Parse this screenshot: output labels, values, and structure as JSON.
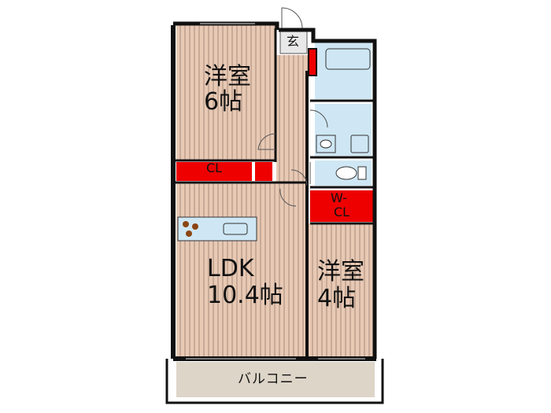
{
  "rooms": {
    "western1": {
      "name": "洋室",
      "size": "6帖"
    },
    "western2": {
      "name": "洋室",
      "size": "4帖"
    },
    "ldk": {
      "name": "LDK",
      "size": "10.4帖"
    },
    "entrance": {
      "label": "玄"
    },
    "closet": {
      "label": "CL"
    },
    "walkin_closet": {
      "line1": "W-",
      "line2": "CL"
    },
    "balcony": {
      "label": "バルコニー"
    }
  },
  "colors": {
    "floor_wood": "#e8c9b4",
    "floor_stripe": "#a68a7a",
    "wet_area": "#cfe7f4",
    "closet_red": "#ee0000",
    "balcony": "#ddd5c8",
    "wall": "#111111"
  }
}
